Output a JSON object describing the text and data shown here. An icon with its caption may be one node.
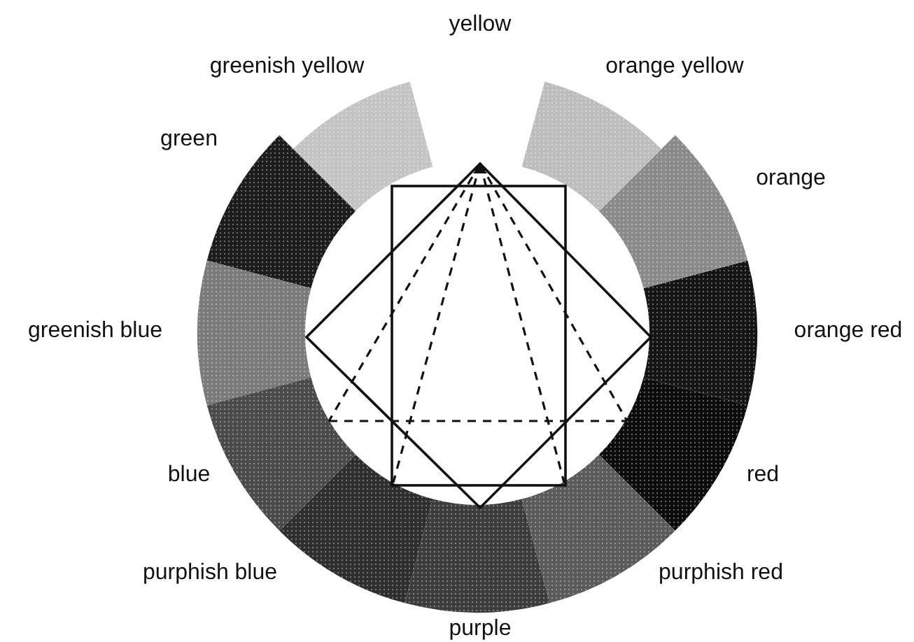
{
  "diagram": {
    "labels": [
      "yellow",
      "greenish yellow",
      "orange yellow",
      "green",
      "orange",
      "greenish blue",
      "orange red",
      "blue",
      "red",
      "purphish blue",
      "purphish red",
      "purple"
    ]
  }
}
